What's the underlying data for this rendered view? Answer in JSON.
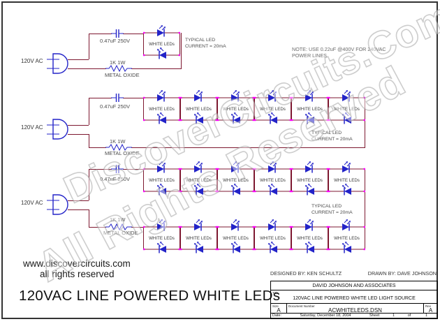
{
  "watermark": {
    "line1": "DiscoverCircuits.Com",
    "line2": "All Rights Reserved"
  },
  "note": {
    "line1": "NOTE: USE 0.22uF @400V FOR 240VAC",
    "line2": "POWER LINES"
  },
  "labels": {
    "source": "120V AC",
    "capacitor": "0.47uF 250V",
    "resistor_value": "1K 1W",
    "resistor_type": "METAL OXIDE",
    "led_block": "WHITE LEDs",
    "typical_line1": "TYPICAL LED",
    "typical_line2": "CURRENT = 20mA"
  },
  "led_rows": [
    {
      "circuit": 1,
      "count": 1
    },
    {
      "circuit": 2,
      "count": 6
    },
    {
      "circuit": 3,
      "count": 6
    },
    {
      "circuit": 3,
      "count": 6
    }
  ],
  "footer": {
    "website": "www.discovercircuits.com",
    "rights": "all rights reserved",
    "drawing_title": "120VAC LINE POWERED WHITE LEDs"
  },
  "credits": {
    "designed_by": "DESIGNED BY: KEN SCHULTZ",
    "drawn_by": "DRAWN BY: DAVE JOHNSON"
  },
  "title_block": {
    "company": "DAVID JOHNSON AND ASSOCIATES",
    "title_label": "Title",
    "title": "120VAC LINE POWERED WHITE LED LIGHT SOURCE",
    "size_label": "Size",
    "size": "A",
    "doc_label": "Document Number",
    "doc_number": "ACWHITELEDS.DSN",
    "rev_label": "Rev",
    "rev": "A",
    "date_label": "Date:",
    "date": "Saturday, December 18, 2004",
    "sheet_label": "Sheet",
    "sheet": "1",
    "of_label": "of",
    "sheet_total": "1"
  },
  "colors": {
    "wire": "#7d1830",
    "component_blue": "#2323c8",
    "junction": "#ff00ff"
  }
}
